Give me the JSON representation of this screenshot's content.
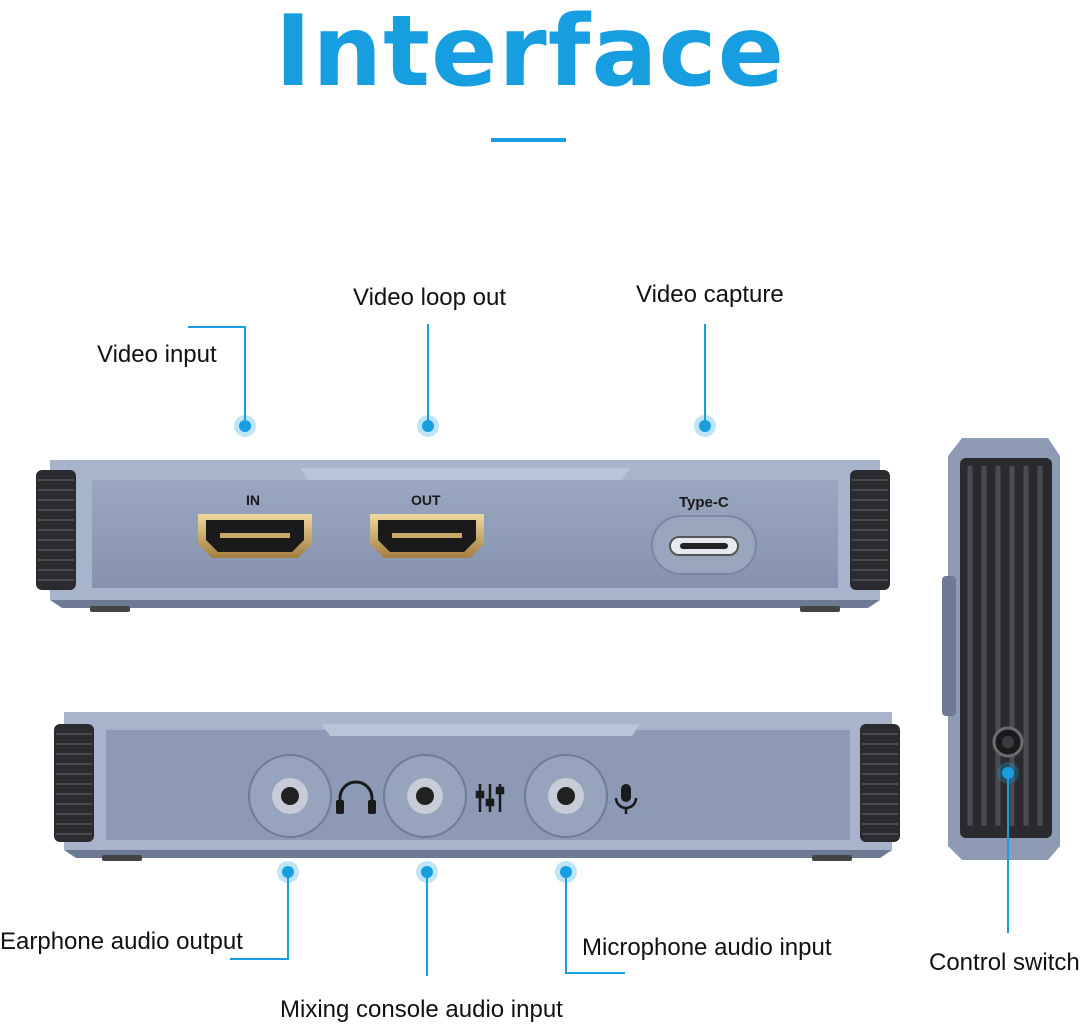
{
  "title": "Interface",
  "top_device": {
    "port_in": "IN",
    "port_out": "OUT",
    "port_typec": "Type-C"
  },
  "labels": {
    "video_input": "Video input",
    "video_loop_out": "Video loop out",
    "video_capture": "Video capture",
    "earphone_audio_output": "Earphone audio output",
    "mixing_console_audio_input": "Mixing console audio input",
    "microphone_audio_input": "Microphone audio input",
    "control_switch": "Control switch"
  },
  "colors": {
    "accent": "#169ee0",
    "device_body": "#8c9ab6",
    "device_dark": "#2b2b2f"
  },
  "icons": [
    "headphones-icon",
    "mixer-sliders-icon",
    "microphone-icon"
  ]
}
